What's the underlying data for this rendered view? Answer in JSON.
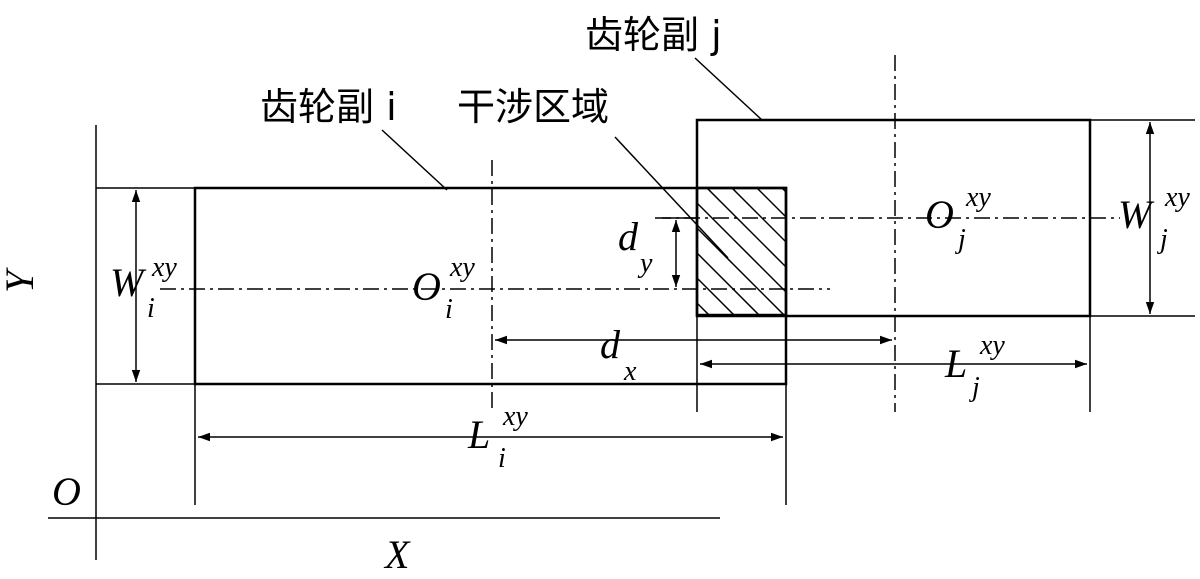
{
  "labels": {
    "gear_pair_i": "齿轮副 i",
    "gear_pair_j": "齿轮副 j",
    "interference_zone": "干涉区域",
    "axis_x": "X",
    "axis_y": "Y",
    "origin": "O"
  },
  "symbols": {
    "W": "W",
    "L": "L",
    "O": "O",
    "d": "d",
    "sub_i": "i",
    "sub_j": "j",
    "sub_x": "x",
    "sub_y": "y",
    "sup_xy": "xy"
  }
}
